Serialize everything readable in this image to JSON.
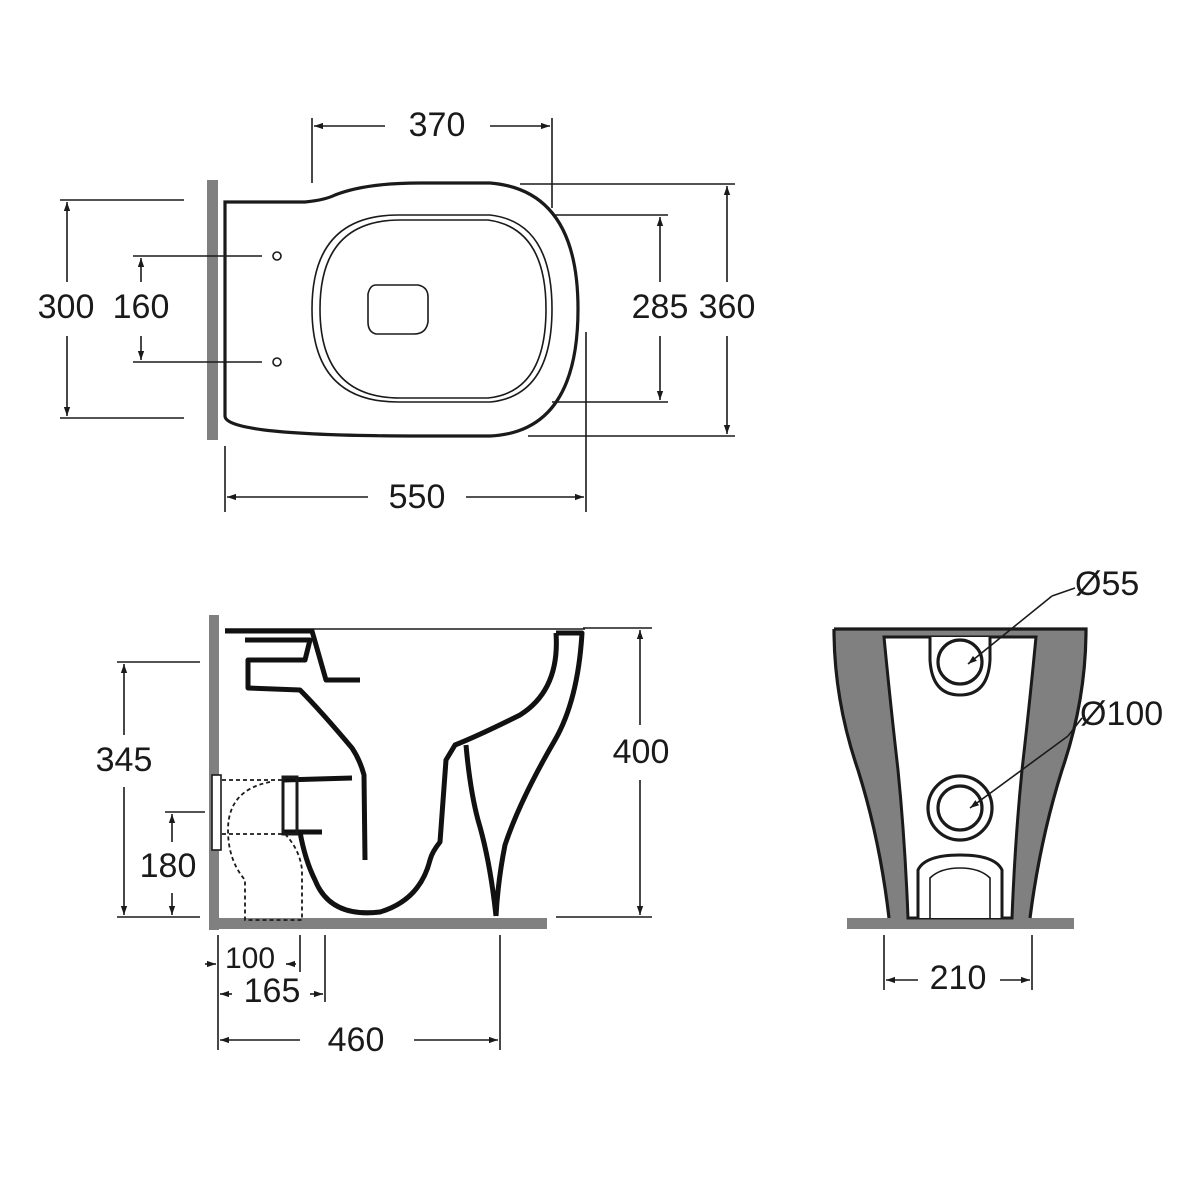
{
  "colors": {
    "line": "#1a1a1a",
    "wall": "#808080",
    "background": "#ffffff"
  },
  "top_view": {
    "width_370": "370",
    "depth_300": "300",
    "bolt_spacing_160": "160",
    "seat_opening_285": "285",
    "overall_width_360": "360",
    "overall_length_550": "550"
  },
  "side_view": {
    "inlet_height_345": "345",
    "outlet_height_180": "180",
    "height_400": "400",
    "wall_offset_100": "100",
    "wall_offset_165": "165",
    "projection_460": "460"
  },
  "front_view": {
    "diameter_55": "Ø55",
    "diameter_100": "Ø100",
    "base_width_210": "210"
  }
}
